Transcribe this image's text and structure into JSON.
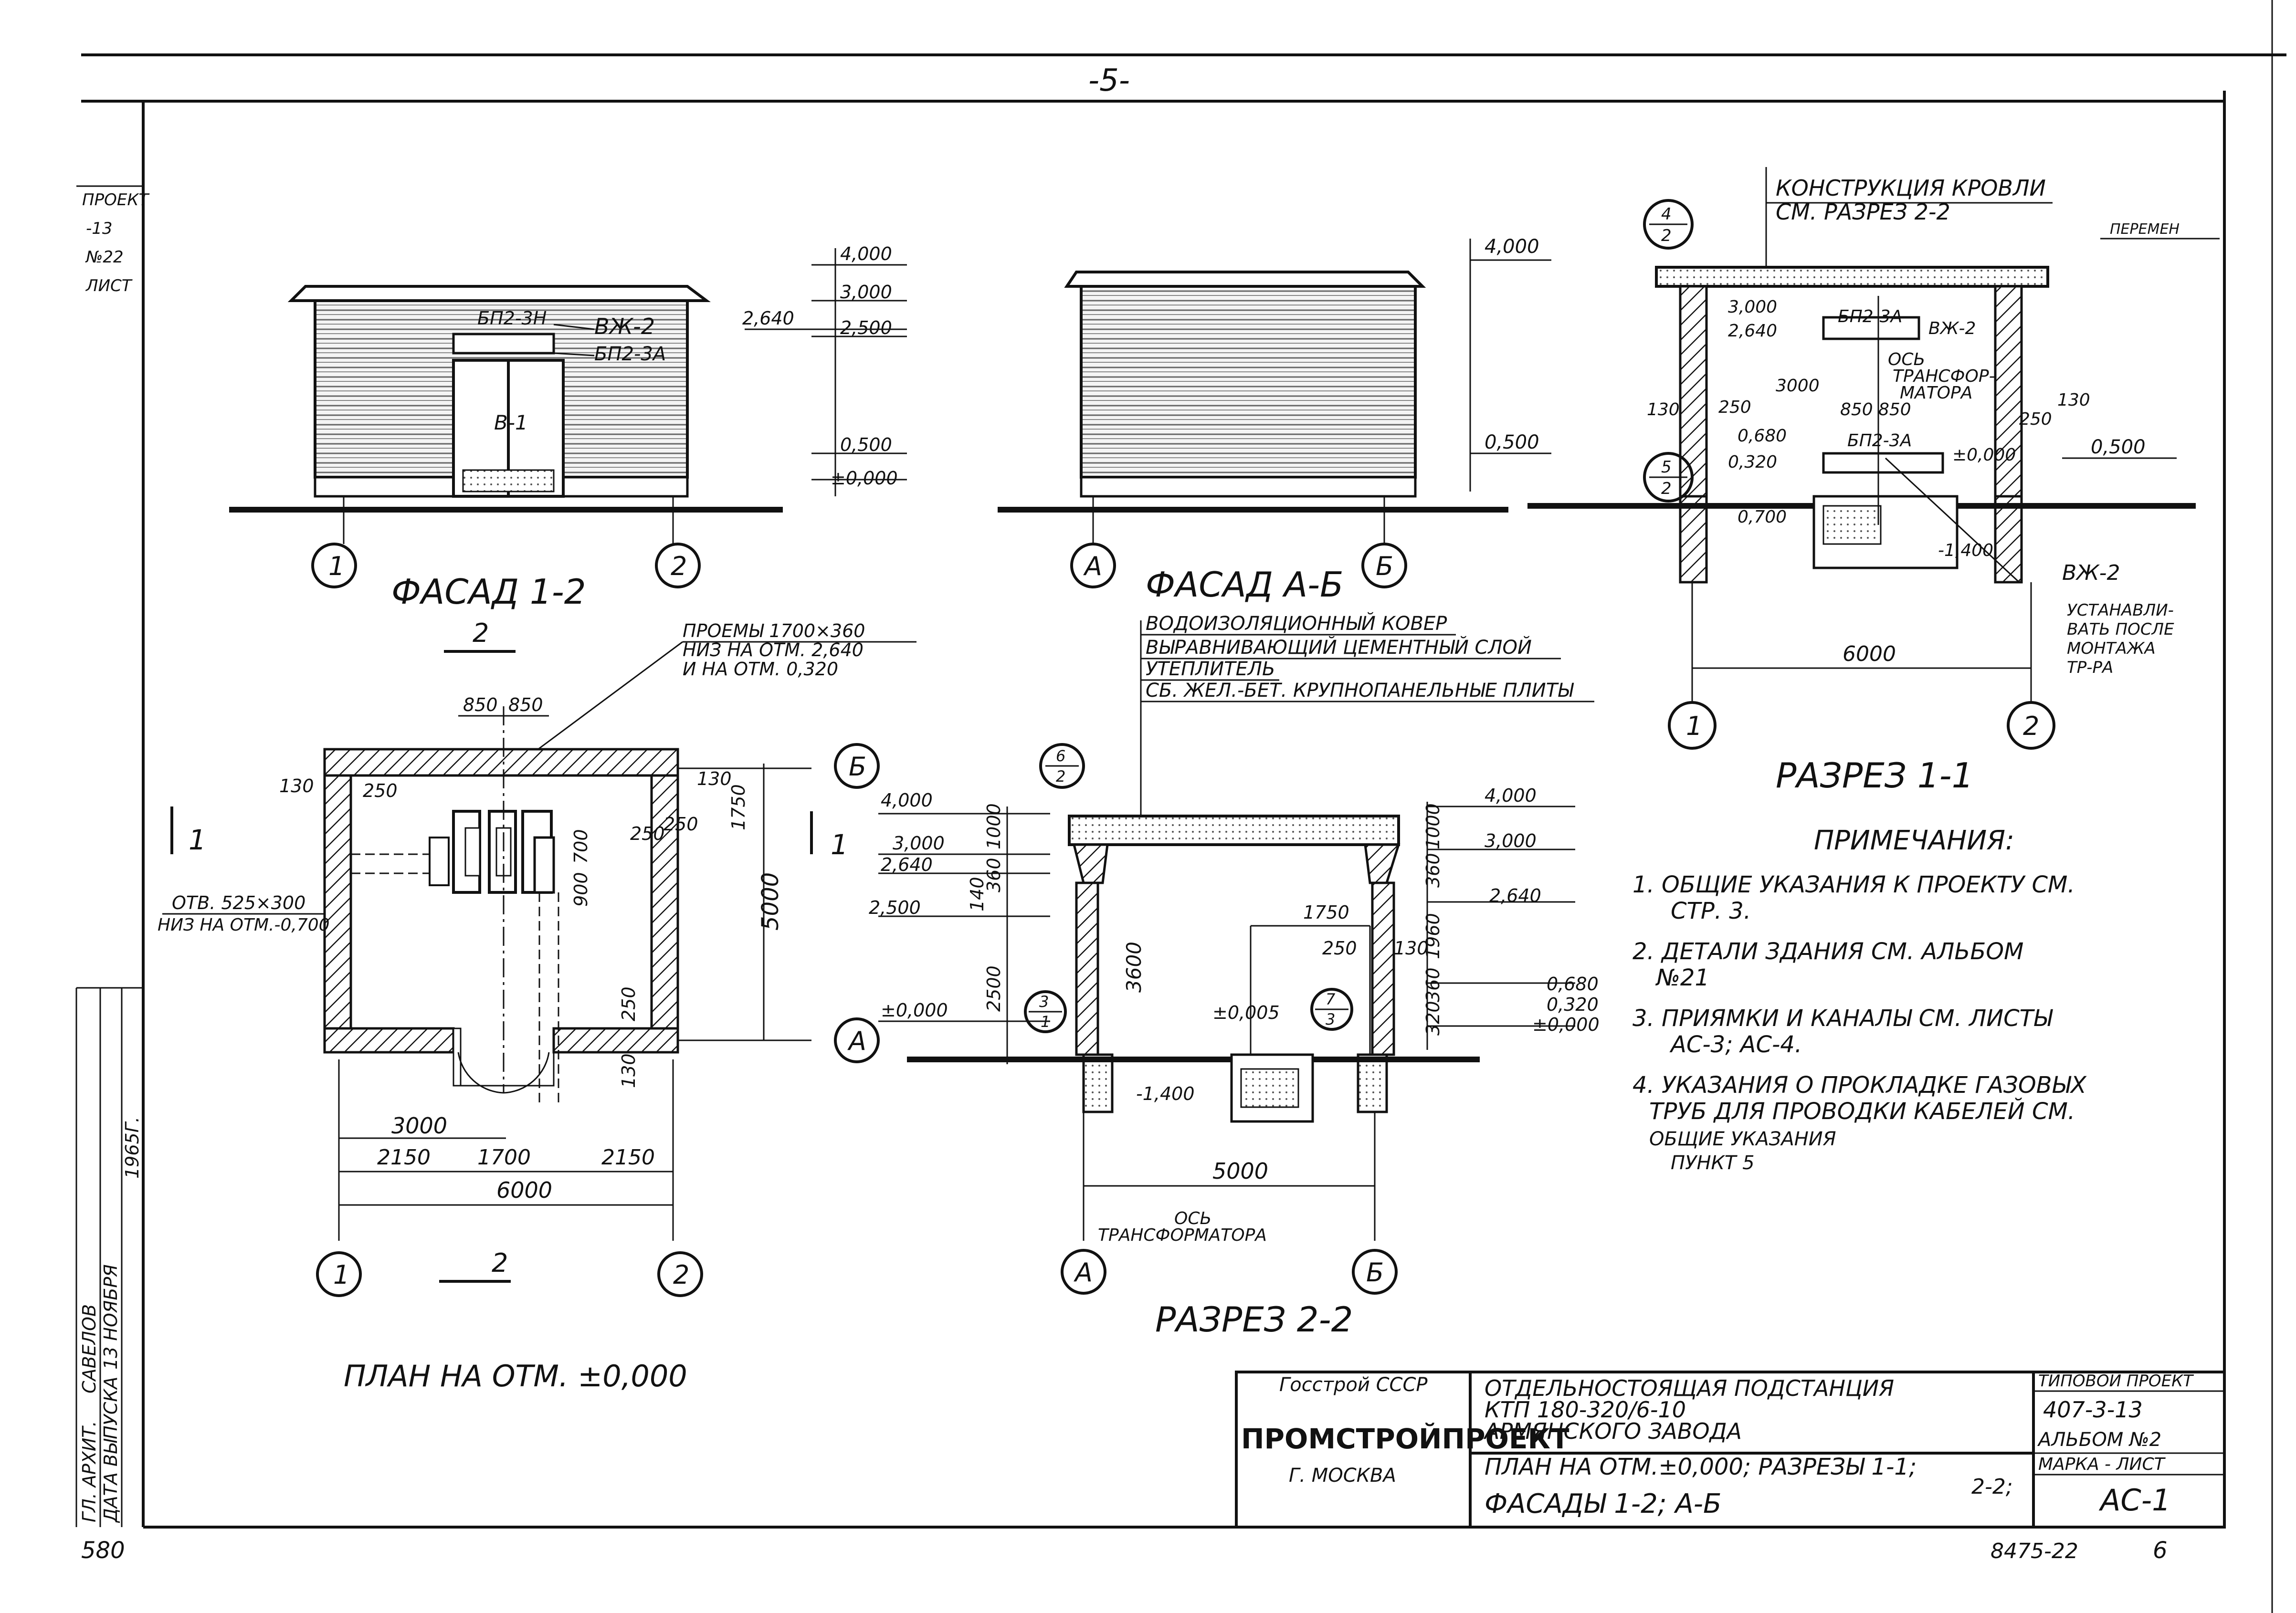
{
  "page_number": "-5-",
  "bottom_left_number": "580",
  "bottom_right_number": "8475-22",
  "bottom_right_page": "6",
  "left_strip": {
    "top_labels": [
      "ПРОЕКТ",
      "-13",
      "№22",
      "ЛИСТ"
    ],
    "architect": "ГЛ. АРХИТ.",
    "architect_name": "САВЕЛОВ",
    "release_date_label": "ДАТА ВЫПУСКА",
    "release_date": "13 НОЯБРЯ",
    "year": "1965Г."
  },
  "title_block": {
    "org_top": "Госстрой СССР",
    "org_name": "ПРОМСТРОЙПРОЕКТ",
    "org_city": "Г. МОСКВА",
    "project_line1": "ОТДЕЛЬНОСТОЯЩАЯ ПОДСТАНЦИЯ",
    "project_line2": "КТП 180-320/6-10",
    "project_line3": "АРМЯНСКОГО ЗАВОДА",
    "sheet_line1": "ПЛАН НА ОТМ.±0,000; РАЗРЕЗЫ 1-1;",
    "sheet_line1b": "2-2;",
    "sheet_line2": "ФАСАДЫ 1-2; А-Б",
    "typical_project_label": "ТИПОВОЙ ПРОЕКТ",
    "typical_project_number": "407-3-13",
    "album": "АЛЬБОМ №2",
    "mark_sheet_label": "МАРКА - ЛИСТ",
    "mark_sheet": "АС-1"
  },
  "facade_1_2": {
    "title": "ФАСАД 1-2",
    "labels": [
      "БП2-3Н",
      "ВЖ-2",
      "БП2-3А",
      "В-1"
    ],
    "levels": [
      "4,000",
      "3,000",
      "2,640",
      "2,500",
      "0,500",
      "±0,000"
    ],
    "axes": [
      "1",
      "2"
    ]
  },
  "facade_a_b": {
    "title": "ФАСАД А-Б",
    "levels": [
      "4,000",
      "0,500"
    ],
    "axes": [
      "А",
      "Б"
    ]
  },
  "section_1_1": {
    "title": "РАЗРЕЗ 1-1",
    "roof_note_line1": "КОНСТРУКЦИЯ КРОВЛИ",
    "roof_note_line2": "СМ. РАЗРЕЗ 2-2",
    "parapet": "ПЕРЕМЕН",
    "callout_top": [
      "4",
      "2"
    ],
    "callout_mid": [
      "5",
      "2"
    ],
    "labels": [
      "3,000",
      "БП2-3А",
      "ВЖ-2",
      "2,640",
      "ОСЬ",
      "ТРАНСФОР-",
      "МАТОРА",
      "3000",
      "850",
      "850",
      "130",
      "130",
      "250",
      "250",
      "0,680",
      "0,320",
      "БП2-3А",
      "±0,000",
      "0,700",
      "-1,400",
      "ВЖ-2"
    ],
    "levels_right": [
      "0,500"
    ],
    "install_note": [
      "УСТАНАВЛИ-",
      "ВАТЬ ПОСЛЕ",
      "МОНТАЖА",
      "ТР-РА"
    ],
    "dimension": "6000",
    "axes": [
      "1",
      "2"
    ]
  },
  "plan": {
    "title": "ПЛАН НА ОТМ. ±0,000",
    "openings_note_line1": "ПРОЕМЫ 1700×360",
    "openings_note_line2": "НИЗ НА ОТМ. 2,640",
    "openings_note_line3": "И НА ОТМ. 0,320",
    "hole_note_line1": "ОТВ. 525×300",
    "hole_note_line2": "НИЗ НА ОТМ.-0,700",
    "dims_top": [
      "850",
      "850"
    ],
    "dims_inner": [
      "130",
      "250",
      "130",
      "250",
      "250",
      "1750",
      "700",
      "900",
      "250",
      "130"
    ],
    "dim_vertical": "5000",
    "dims_bottom_row1": "3000",
    "dims_bottom_row2": [
      "2150",
      "1700",
      "2150"
    ],
    "dims_bottom_row3": "6000",
    "section_mark_top": "2",
    "section_mark_bottom": "2",
    "section_mark_left": "1",
    "axes_h": [
      "1",
      "2"
    ],
    "axes_v": [
      "Б",
      "А"
    ]
  },
  "section_2_2": {
    "title": "РАЗРЕЗ 2-2",
    "roof_layers": [
      "ВОДОИЗОЛЯЦИОННЫЙ КОВЕР",
      "ВЫРАВНИВАЮЩИЙ ЦЕМЕНТНЫЙ СЛОЙ",
      "УТЕПЛИТЕЛЬ",
      "СБ. ЖЕЛ.-БЕТ. КРУПНОПАНЕЛЬНЫЕ ПЛИТЫ"
    ],
    "callout_top": [
      "6",
      "2"
    ],
    "callout_left": [
      "3",
      "1"
    ],
    "callout_right": [
      "7",
      "3"
    ],
    "section_mark": "1",
    "levels_left": [
      "4,000",
      "3,000",
      "2,640",
      "2,500",
      "±0,000"
    ],
    "levels_right": [
      "4,000",
      "3,000",
      "2,640",
      "0,680",
      "0,320",
      "±0,000"
    ],
    "dims_left": [
      "1000",
      "360",
      "140",
      "2500"
    ],
    "dim_height": "3600",
    "dims_right": [
      "1000",
      "360",
      "1960",
      "360",
      "320"
    ],
    "inner_labels": [
      "1750",
      "250",
      "130",
      "±0,005",
      "-1,400"
    ],
    "dimension": "5000",
    "axis_note_line1": "ОСЬ",
    "axis_note_line2": "ТРАНСФОРМАТОРА",
    "axes": [
      "А",
      "Б"
    ]
  },
  "notes": {
    "title": "ПРИМЕЧАНИЯ:",
    "items": [
      [
        "1. ОБЩИЕ УКАЗАНИЯ К ПРОЕКТУ СМ.",
        "СТР. 3."
      ],
      [
        "2. ДЕТАЛИ ЗДАНИЯ СМ. АЛЬБОМ",
        "№21"
      ],
      [
        "3. ПРИЯМКИ И КАНАЛЫ СМ. ЛИСТЫ",
        "АС-3; АС-4."
      ],
      [
        "4. УКАЗАНИЯ О ПРОКЛАДКЕ ГАЗОВЫХ",
        "ТРУБ ДЛЯ ПРОВОДКИ КАБЕЛЕЙ СМ.",
        "ОБЩИЕ УКАЗАНИЯ",
        "ПУНКТ 5"
      ]
    ]
  }
}
